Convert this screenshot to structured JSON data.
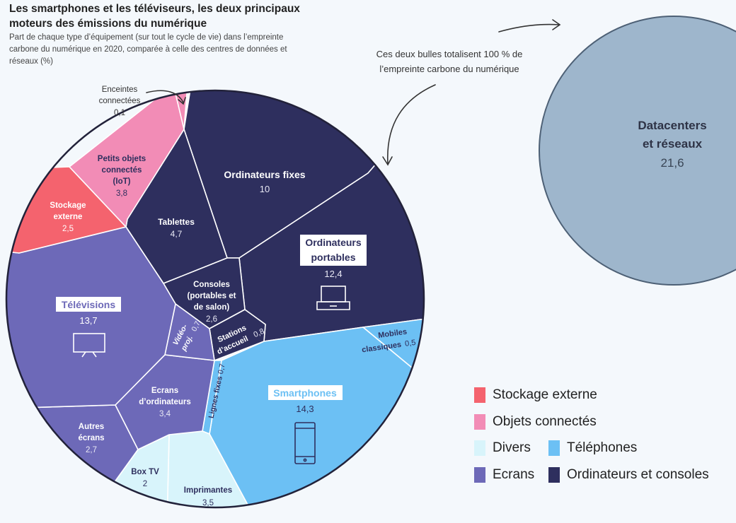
{
  "title": "Les smartphones et les téléviseurs, les deux principaux moteurs des émissions du numérique",
  "subtitle": "Part de chaque type d’équipement (sur tout le cycle de vie) dans l’empreinte carbone du numérique en 2020, comparée à celle des centres de données et réseaux (%)",
  "note": "Ces deux bulles totalisent 100 % de l’empreinte carbone du numérique",
  "colors": {
    "stockage": "#f4636e",
    "objets": "#f28cb6",
    "divers": "#d8f4fb",
    "telephones": "#6cc0f4",
    "ecrans": "#6d69b8",
    "ordinateurs": "#2e2f5e",
    "datacenters": "#9eb6cc"
  },
  "legend": {
    "stockage": "Stockage externe",
    "objets": "Objets connectés",
    "divers": "Divers",
    "telephones": "Téléphones",
    "ecrans": "Ecrans",
    "ordinateurs": "Ordinateurs et consoles"
  },
  "chart_data": {
    "type": "voronoi-treemap",
    "unit": "%",
    "cells": [
      {
        "label": "Ordinateurs fixes",
        "value": 10,
        "group": "Ordinateurs et consoles",
        "value_text": "10"
      },
      {
        "label": "Ordinateurs portables",
        "value": 12.4,
        "group": "Ordinateurs et consoles",
        "value_text": "12,4"
      },
      {
        "label": "Tablettes",
        "value": 4.7,
        "group": "Ordinateurs et consoles",
        "value_text": "4,7"
      },
      {
        "label": "Consoles (portables et de salon)",
        "value": 2.6,
        "group": "Ordinateurs et consoles",
        "value_text": "2,6"
      },
      {
        "label": "Stations d’accueil",
        "value": 0.8,
        "group": "Ordinateurs et consoles",
        "value_text": "0,8"
      },
      {
        "label": "Smartphones",
        "value": 14.3,
        "group": "Téléphones",
        "value_text": "14,3"
      },
      {
        "label": "Mobiles classiques",
        "value": 0.5,
        "group": "Téléphones",
        "value_text": "0,5"
      },
      {
        "label": "Lignes fixes",
        "value": 0.7,
        "group": "Téléphones",
        "value_text": "0,7"
      },
      {
        "label": "Télévisions",
        "value": 13.7,
        "group": "Ecrans",
        "value_text": "13,7"
      },
      {
        "label": "Vidéo-proj.",
        "value": 0.7,
        "group": "Ecrans",
        "value_text": "0,7"
      },
      {
        "label": "Ecrans d’ordinateurs",
        "value": 3.4,
        "group": "Ecrans",
        "value_text": "3,4"
      },
      {
        "label": "Autres écrans",
        "value": 2.7,
        "group": "Ecrans",
        "value_text": "2,7"
      },
      {
        "label": "Box TV",
        "value": 2,
        "group": "Divers",
        "value_text": "2"
      },
      {
        "label": "Imprimantes",
        "value": 3.5,
        "group": "Divers",
        "value_text": "3,5"
      },
      {
        "label": "Stockage externe",
        "value": 2.5,
        "group": "Stockage externe",
        "value_text": "2,5"
      },
      {
        "label": "Petits objets connectés (IoT)",
        "value": 3.8,
        "group": "Objets connectés",
        "value_text": "3,8"
      },
      {
        "label": "Enceintes connectées",
        "value": 0.1,
        "group": "Objets connectés",
        "value_text": "0,1"
      }
    ],
    "bubble": {
      "label": "Datacenters et réseaux",
      "value": 21.6,
      "value_text": "21,6"
    }
  }
}
